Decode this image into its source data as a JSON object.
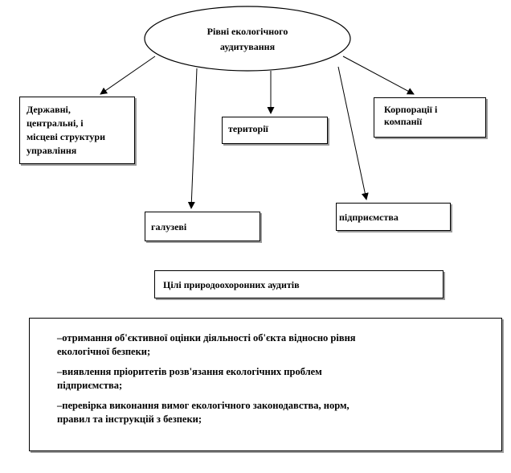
{
  "root": {
    "line1": "Рівні екологічного",
    "line2": "аудитування"
  },
  "levels": {
    "state": {
      "line1": "Державні,",
      "line2": "центральні, і",
      "line3": "місцеві структури",
      "line4": "управління"
    },
    "territories": "території",
    "corporations": {
      "line1": "Корпорації і",
      "line2": "компанії"
    },
    "branches": "галузеві",
    "enterprises": "підприємства"
  },
  "goals": {
    "title": "Цілі природоохоронних аудитів",
    "items": [
      {
        "line1": "–отримання об'єктивної оцінки діяльності об'єкта відносно рівня",
        "line2": "екологічної безпеки;"
      },
      {
        "line1": "–виявлення пріоритетів розв'язання екологічних проблем",
        "line2": "підприємства;"
      },
      {
        "line1": "–перевірка виконання вимог екологічного законодавства, норм,",
        "line2": "правил та інструкцій з безпеки;"
      }
    ]
  }
}
